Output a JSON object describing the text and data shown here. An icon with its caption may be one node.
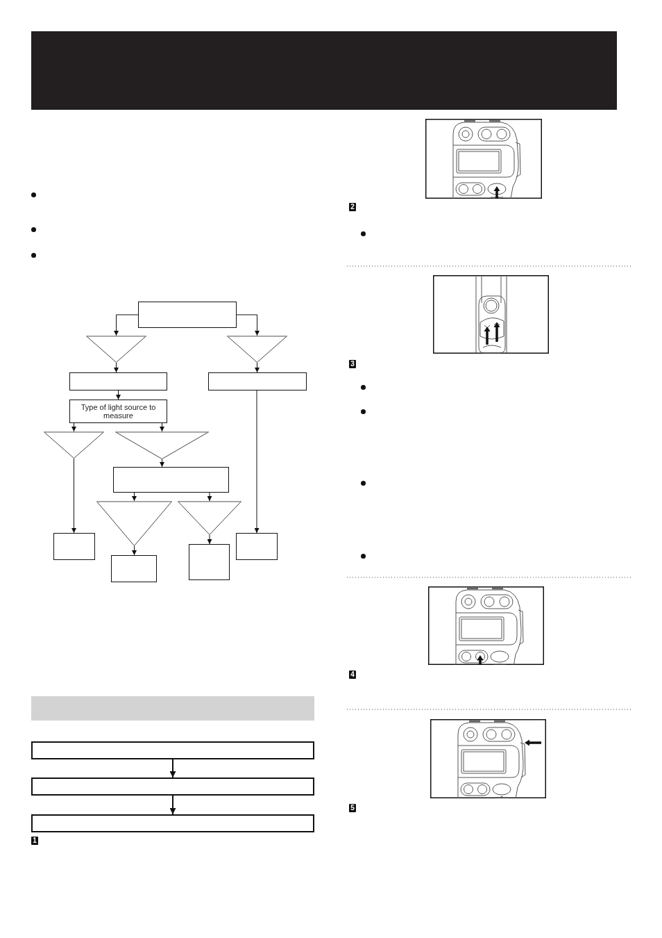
{
  "diagram": {
    "nodes": [
      {
        "text": [],
        "shape": "box"
      },
      {
        "text": [],
        "shape": "triangle"
      },
      {
        "text": [],
        "shape": "triangle"
      },
      {
        "text": [],
        "shape": "box"
      },
      {
        "text": [],
        "shape": "box"
      },
      {
        "text": [
          "Type of light source to measure"
        ]
      },
      {
        "text": [],
        "shape": "triangle"
      },
      {
        "text": [],
        "shape": "triangle"
      },
      {
        "text": [],
        "shape": "box"
      },
      {
        "text": [],
        "shape": "triangle"
      },
      {
        "text": [],
        "shape": "triangle"
      },
      {
        "text": [],
        "shape": "box"
      },
      {
        "text": [],
        "shape": "box"
      },
      {
        "text": [],
        "shape": "box"
      },
      {
        "text": [],
        "shape": "box"
      },
      {
        "text": [],
        "shape": "band"
      },
      {
        "text": [],
        "shape": "box"
      },
      {
        "text": [],
        "shape": "box"
      },
      {
        "text": [],
        "shape": "box"
      }
    ],
    "edges": [
      {
        "from": 0,
        "to": 1,
        "arrow": "to"
      },
      {
        "from": 0,
        "to": 2,
        "arrow": "to"
      },
      {
        "from": 1,
        "to": 3,
        "arrow": "to"
      },
      {
        "from": 2,
        "to": 4,
        "arrow": "to"
      },
      {
        "from": 3,
        "to": 5,
        "arrow": "to"
      },
      {
        "from": 4,
        "to": 14,
        "arrow": "to"
      },
      {
        "from": 5,
        "to": 6,
        "arrow": "to"
      },
      {
        "from": 5,
        "to": 7,
        "arrow": "to"
      },
      {
        "from": 6,
        "to": 11,
        "arrow": "to"
      },
      {
        "from": 7,
        "to": 8,
        "arrow": "to"
      },
      {
        "from": 8,
        "to": 9,
        "arrow": "to"
      },
      {
        "from": 8,
        "to": 10,
        "arrow": "to"
      },
      {
        "from": 9,
        "to": 12,
        "arrow": "to"
      },
      {
        "from": 10,
        "to": 13,
        "arrow": "to"
      },
      {
        "from": 16,
        "to": 17,
        "arrow": "to"
      },
      {
        "from": 17,
        "to": 18,
        "arrow": "to"
      }
    ],
    "labels": [
      "1",
      "2",
      "3",
      "4",
      "5"
    ]
  }
}
